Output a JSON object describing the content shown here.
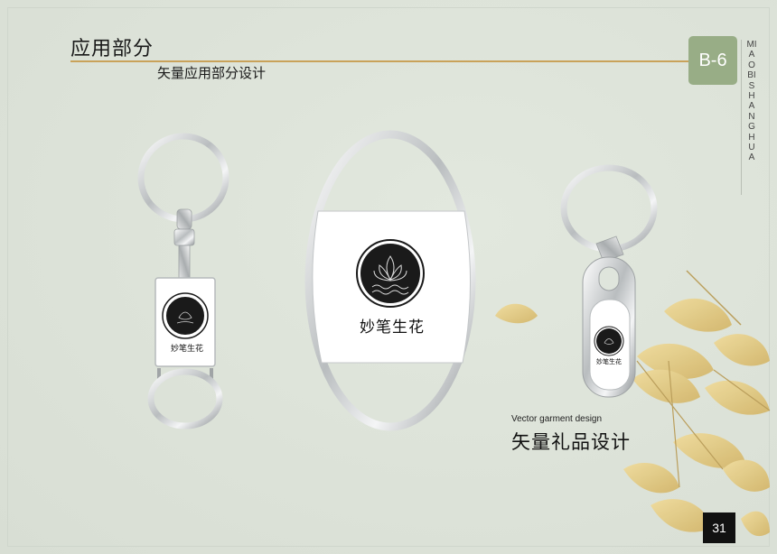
{
  "header": {
    "title": "应用部分",
    "subtitle": "矢量应用部分设计",
    "code": "B-6",
    "vertical_brand": "MIAOBISHANGHUA"
  },
  "products": {
    "brand_mark": "妙笔生花",
    "caption_en": "Vector garment design",
    "caption_zh": "矢量礼品设计"
  },
  "footer": {
    "page_number": "31"
  },
  "colors": {
    "accent_gold": "#c9a25a",
    "badge_green": "#98ad86",
    "leaf_yellow": "#e6cf8d"
  }
}
